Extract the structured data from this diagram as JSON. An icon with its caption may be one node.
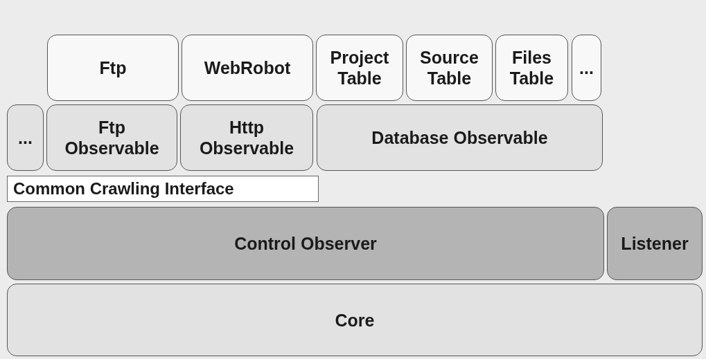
{
  "diagram": {
    "nodes": [
      {
        "text": [
          "Ftp"
        ]
      },
      {
        "text": [
          "WebRobot"
        ]
      },
      {
        "text": [
          "Project Table"
        ]
      },
      {
        "text": [
          "Source Table"
        ]
      },
      {
        "text": [
          "Files Table"
        ]
      },
      {
        "text": [
          "..."
        ]
      },
      {
        "text": [
          "..."
        ]
      },
      {
        "text": [
          "Ftp Observable"
        ]
      },
      {
        "text": [
          "Http Observable"
        ]
      },
      {
        "text": [
          "Database Observable"
        ]
      },
      {
        "text": [
          "Common Crawling Interface"
        ]
      },
      {
        "text": [
          "Control Observer"
        ]
      },
      {
        "text": [
          "Listener"
        ]
      },
      {
        "text": [
          "Core"
        ]
      }
    ]
  }
}
